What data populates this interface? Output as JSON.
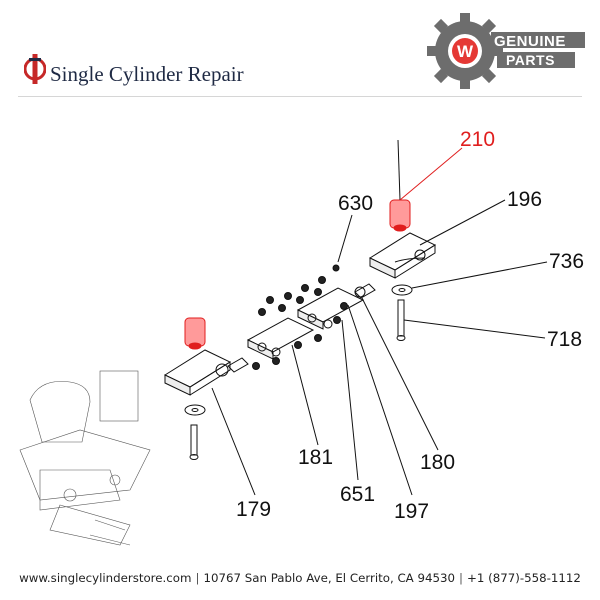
{
  "header": {
    "brand": "Single Cylinder Repair",
    "badge": {
      "line1": "GENUINE",
      "line2": "PARTS",
      "letter": "W"
    }
  },
  "diagram": {
    "callouts": [
      {
        "id": "210",
        "highlight": true
      },
      {
        "id": "630",
        "highlight": false
      },
      {
        "id": "196",
        "highlight": false
      },
      {
        "id": "736",
        "highlight": false
      },
      {
        "id": "718",
        "highlight": false
      },
      {
        "id": "181",
        "highlight": false
      },
      {
        "id": "180",
        "highlight": false
      },
      {
        "id": "651",
        "highlight": false
      },
      {
        "id": "197",
        "highlight": false
      },
      {
        "id": "179",
        "highlight": false
      }
    ],
    "colors": {
      "highlight": "#e01e1e",
      "ink": "#111111"
    }
  },
  "footer": {
    "website": "www.singlecylinderstore.com",
    "address": "10767 San Pablo Ave, El Cerrito, CA 94530",
    "phone": "+1 (877)-558-1112",
    "separator": "|"
  }
}
